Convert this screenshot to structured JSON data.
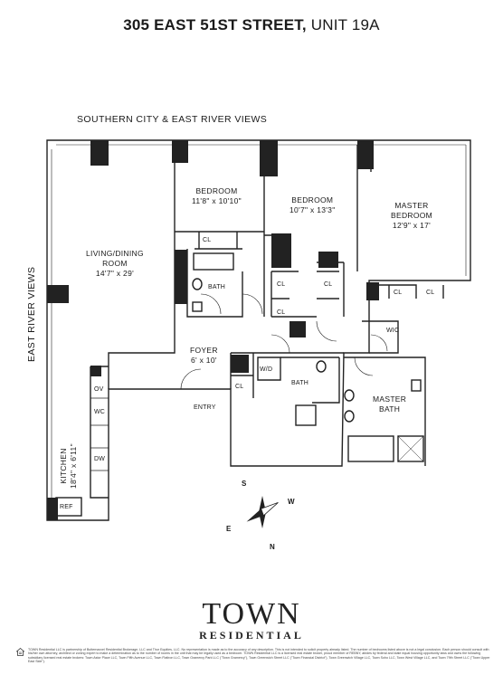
{
  "header": {
    "address": "305 EAST 51ST STREET,",
    "unit": "UNIT 19A"
  },
  "views": {
    "top": "SOUTHERN CITY & EAST RIVER VIEWS",
    "left": "EAST RIVER VIEWS"
  },
  "rooms": {
    "bedroom1": {
      "name": "BEDROOM",
      "dims": "11'8\" x 10'10\""
    },
    "bedroom2": {
      "name": "BEDROOM",
      "dims": "10'7\" x 13'3\""
    },
    "master": {
      "name1": "MASTER",
      "name2": "BEDROOM",
      "dims": "12'9\" x 17'"
    },
    "living": {
      "name1": "LIVING/DINING",
      "name2": "ROOM",
      "dims": "14'7\" x 29'"
    },
    "foyer": {
      "name": "FOYER",
      "dims": "6' x 10'"
    },
    "kitchen": {
      "name": "KITCHEN",
      "dims": "18'4\" x 6'11\""
    },
    "master_bath": {
      "name1": "MASTER",
      "name2": "BATH"
    }
  },
  "fixtures": {
    "cl": "CL",
    "bath": "BATH",
    "wic": "WIC",
    "wd": "W/D",
    "entry": "ENTRY",
    "ov": "OV",
    "wc": "WC",
    "dw": "DW",
    "ref": "REF"
  },
  "compass": {
    "n": "N",
    "s": "S",
    "e": "E",
    "w": "W"
  },
  "brand": {
    "name": "TOWN",
    "sub": "RESIDENTIAL"
  },
  "disclaimer": "TOWN Residential LLC is partnership of Butternaxxel Residential Brokerage, LLC and Thor Equities, LLC. No representation is made as to the accuracy of any description. This is not intended to solicit property already listed. The number of bedrooms listed above is not a legal conclusion. Each person should consult with his/her own attorney, architect or zoning expert to make a determination as to the number of rooms in the unit that may be legally used as a bedroom. TOWN Residential LLC is a licensed real estate broker, proud member of REBNY, abides by federal and state equal housing opportunity laws and owns the following subsidiary licensed real estate brokers: Town Astor Place LLC, Town Fifth Avenue LLC, Town Flatiron LLC, Town Gramercy Park LLC (\"Town Gramercy\"), Town Greenwich Street LLC (\"Town Financial District\"), Town Greenwich Village LLC, Town Soho LLC, Town West Village LLC, and Town 79th Street LLC (\"Town Upper East Side\")."
}
